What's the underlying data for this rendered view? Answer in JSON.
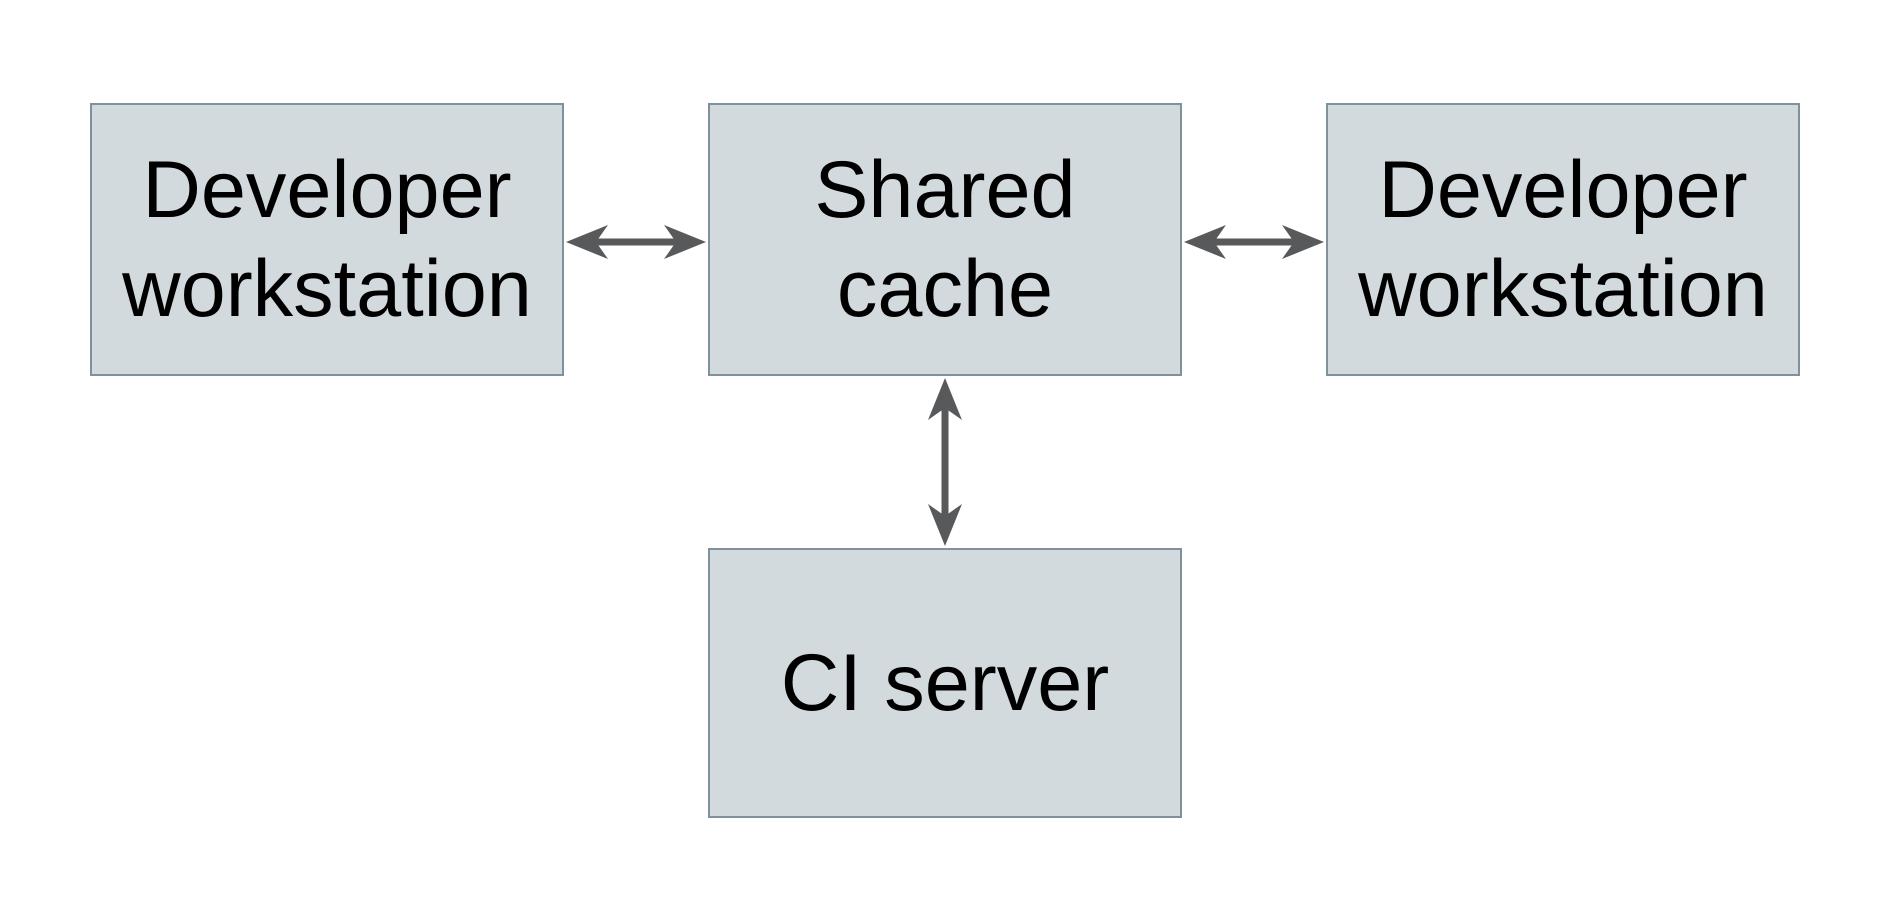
{
  "diagram": {
    "nodes": [
      {
        "id": "developer-workstation-left",
        "label": "Developer workstation"
      },
      {
        "id": "shared-cache",
        "label": "Shared cache"
      },
      {
        "id": "developer-workstation-right",
        "label": "Developer workstation"
      },
      {
        "id": "ci-server",
        "label": "CI server"
      }
    ],
    "connections": [
      {
        "from": "developer-workstation-left",
        "to": "shared-cache",
        "type": "bidirectional"
      },
      {
        "from": "shared-cache",
        "to": "developer-workstation-right",
        "type": "bidirectional"
      },
      {
        "from": "shared-cache",
        "to": "ci-server",
        "type": "bidirectional"
      }
    ],
    "colors": {
      "background": "#ffffff",
      "node_fill": "#d3dade",
      "node_border": "#7f929b",
      "arrow": "#58595b",
      "text": "#000000"
    }
  }
}
